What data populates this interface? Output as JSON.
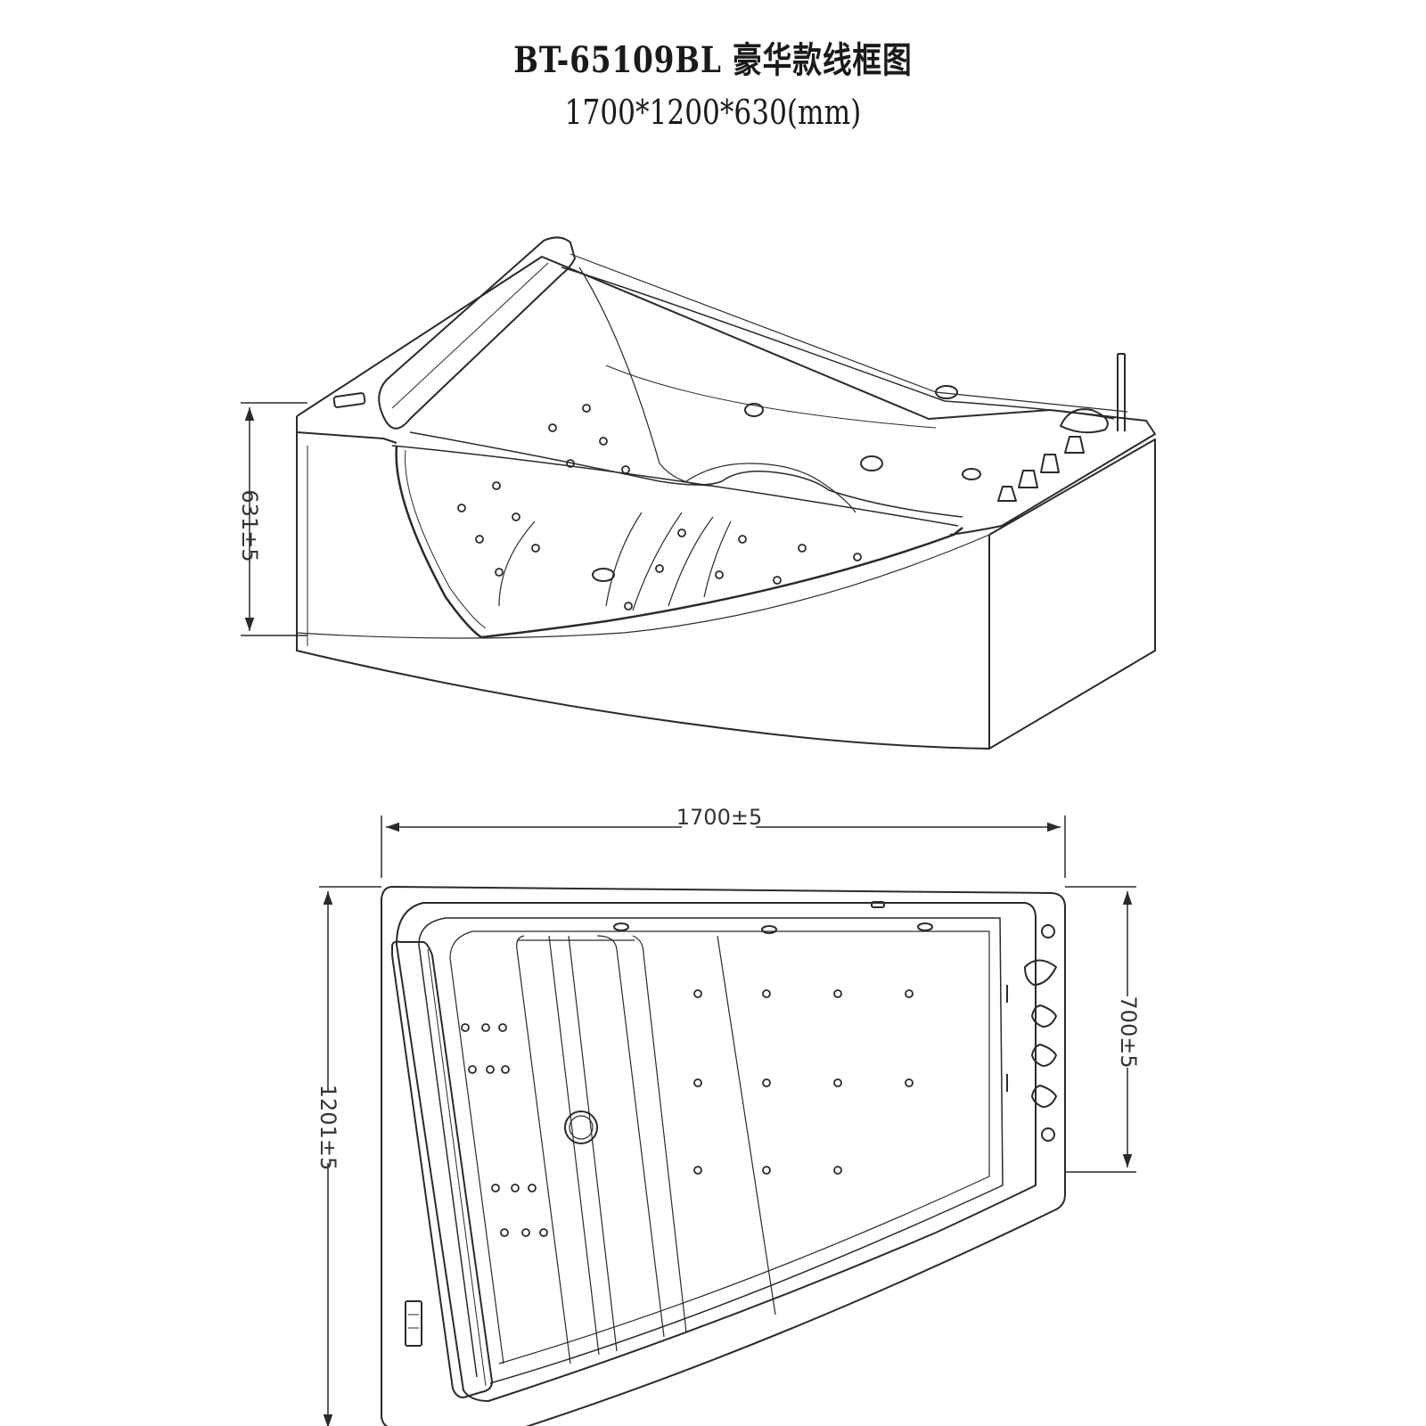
{
  "header": {
    "title": "BT-65109BL 豪华款线框图",
    "dimensions": "1700*1200*630(mm)"
  },
  "dimension_labels": {
    "height": "631±5",
    "length": "1700±5",
    "width": "1201±5",
    "depth_right": "700±5"
  },
  "colors": {
    "line": "#2a2a2a",
    "background": "#ffffff"
  }
}
